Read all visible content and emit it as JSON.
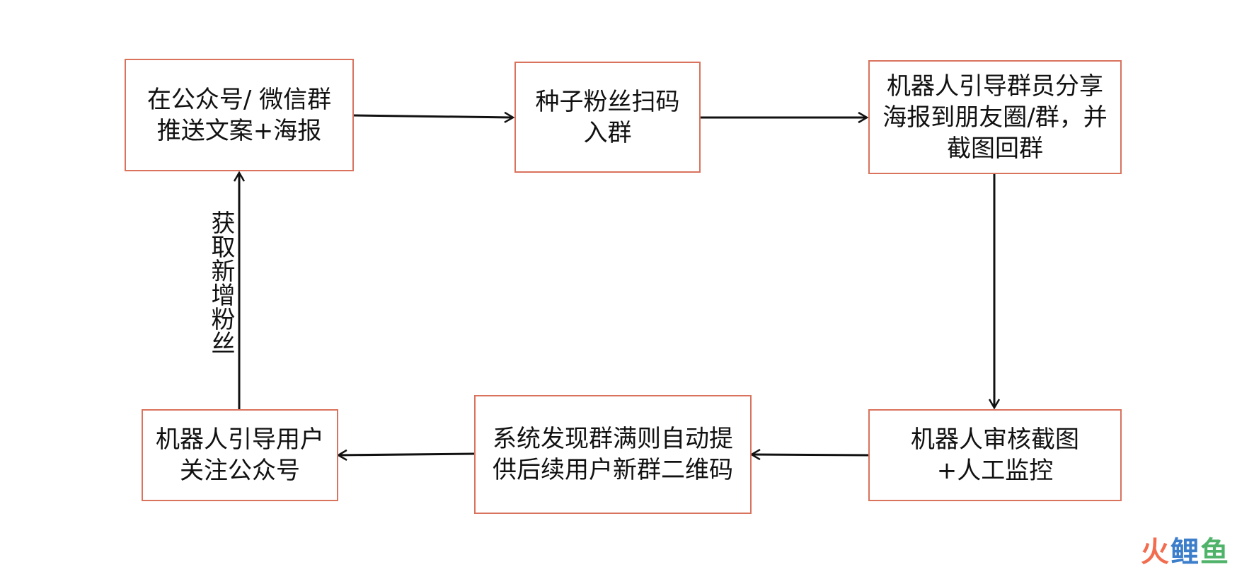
{
  "diagram": {
    "nodes": [
      {
        "id": "push-content",
        "text": "在公众号/ 微信群推送文案+海报"
      },
      {
        "id": "seed-fans-scan",
        "text": "种子粉丝扫码入群"
      },
      {
        "id": "robot-guide-share",
        "text": "机器人引导群员分享海报到朋友圈/群，并截图回群"
      },
      {
        "id": "robot-review",
        "text": "机器人审核截图+人工监控"
      },
      {
        "id": "system-new-group",
        "text": "系统发现群满则自动提供后续用户新群二维码"
      },
      {
        "id": "robot-guide-follow",
        "text": "机器人引导用户关注公众号"
      }
    ],
    "edges": [
      {
        "from": "push-content",
        "to": "seed-fans-scan"
      },
      {
        "from": "seed-fans-scan",
        "to": "robot-guide-share"
      },
      {
        "from": "robot-guide-share",
        "to": "robot-review"
      },
      {
        "from": "robot-review",
        "to": "system-new-group"
      },
      {
        "from": "system-new-group",
        "to": "robot-guide-follow"
      },
      {
        "from": "robot-guide-follow",
        "to": "push-content",
        "label": "获取新增粉丝"
      }
    ],
    "colors": {
      "box_border": "#d9735e",
      "arrow": "#111111",
      "text": "#111111"
    }
  },
  "watermark": {
    "c1": "火",
    "c2": "鲤",
    "c3": "鱼"
  }
}
